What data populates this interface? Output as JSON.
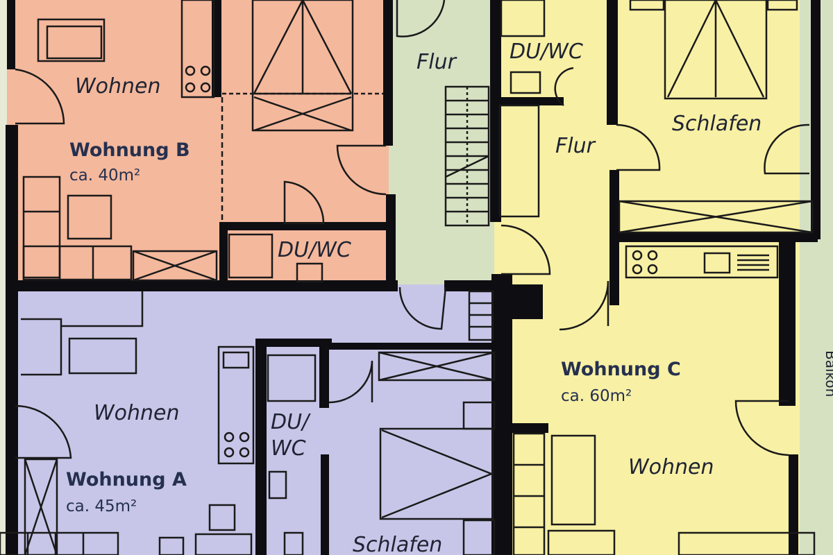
{
  "colors": {
    "wohnung_a": "#c7c6e8",
    "wohnung_b": "#f4b89c",
    "wohnung_c": "#f8f0a4",
    "flur": "#d6e1c2",
    "walls": "#0e0e12"
  },
  "units": {
    "a": {
      "name": "Wohnung A",
      "area": "ca. 45m²"
    },
    "b": {
      "name": "Wohnung B",
      "area": "ca. 40m²"
    },
    "c": {
      "name": "Wohnung C",
      "area": "ca. 60m²"
    }
  },
  "rooms": {
    "b_wohnen": "Wohnen",
    "b_duwc": "DU/WC",
    "flur_common": "Flur",
    "c_duwc": "DU/WC",
    "c_flur": "Flur",
    "c_schlafen": "Schlafen",
    "c_wohnen": "Wohnen",
    "a_wohnen": "Wohnen",
    "a_du": "DU/",
    "a_wc": "WC",
    "a_schlafen": "Schlafen"
  },
  "edge_label": "Balkon"
}
